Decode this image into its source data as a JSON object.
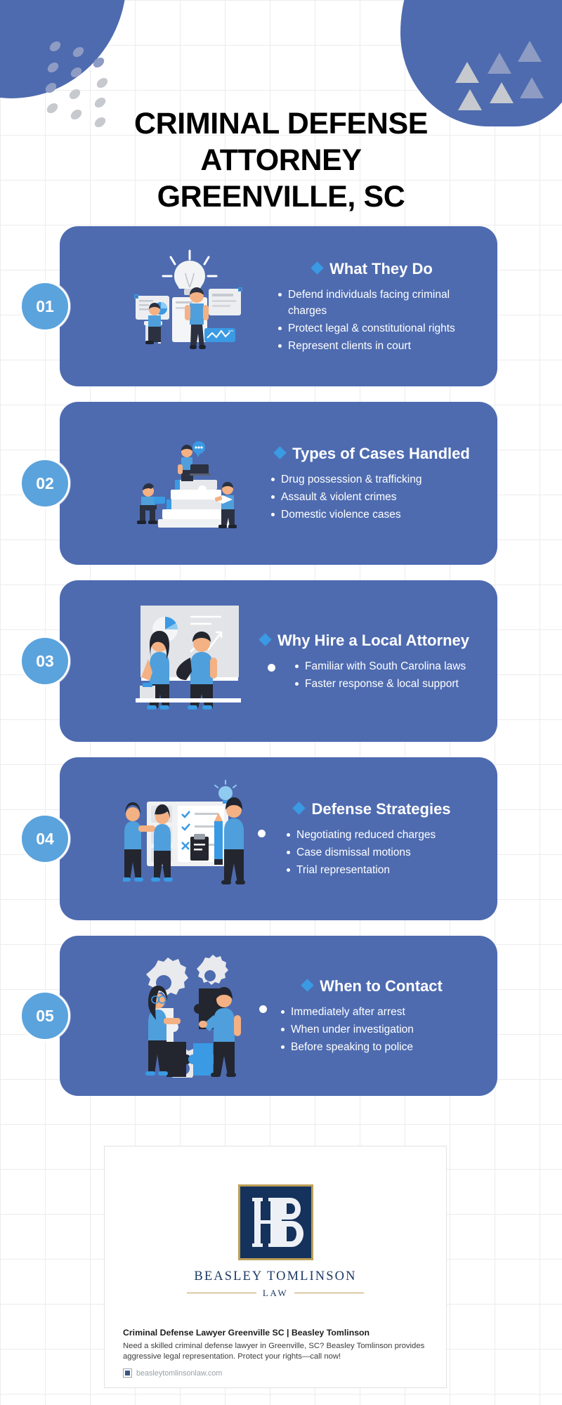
{
  "title": {
    "line1": "CRIMINAL DEFENSE",
    "line2": "ATTORNEY",
    "line3": "GREENVILLE, SC"
  },
  "theme": {
    "card_blue": "#4e6bb0",
    "badge_blue": "#5ba3dd",
    "diamond_blue": "#3a9ae3",
    "grid_line": "#ececec",
    "logo_navy": "#14325c",
    "logo_gold": "#bd9e56"
  },
  "cards": [
    {
      "number": "01",
      "heading": "What They Do",
      "illustration": "lightbulb-team-presentation",
      "points": [
        "Defend individuals facing criminal charges",
        "Protect legal & constitutional rights",
        "Represent clients in court"
      ]
    },
    {
      "number": "02",
      "heading": "Types of Cases Handled",
      "illustration": "books-stack-people-laptop",
      "points": [
        "Drug possession & trafficking",
        "Assault & violent crimes",
        "Domestic violence cases"
      ]
    },
    {
      "number": "03",
      "heading": "Why Hire a Local Attorney",
      "illustration": "chart-board-two-people",
      "points": [
        "Familiar with South Carolina laws",
        "Faster response & local support"
      ]
    },
    {
      "number": "04",
      "heading": "Defense Strategies",
      "illustration": "checklist-board-team",
      "points": [
        "Negotiating reduced charges",
        "Case dismissal motions",
        "Trial representation"
      ]
    },
    {
      "number": "05",
      "heading": "When to Contact",
      "illustration": "puzzle-gears-two-people",
      "points": [
        "Immediately after arrest",
        "When under investigation",
        "Before speaking to police"
      ]
    }
  ],
  "footer": {
    "logo_firm": "BEASLEY TOMLINSON",
    "logo_law": "LAW",
    "logo_monogram": "BT",
    "title": "Criminal Defense Lawyer Greenville SC | Beasley Tomlinson",
    "description": "Need a skilled criminal defense lawyer in Greenville, SC? Beasley Tomlinson provides aggressive legal representation. Protect your rights—call now!",
    "url": "beasleytomlinsonlaw.com"
  }
}
